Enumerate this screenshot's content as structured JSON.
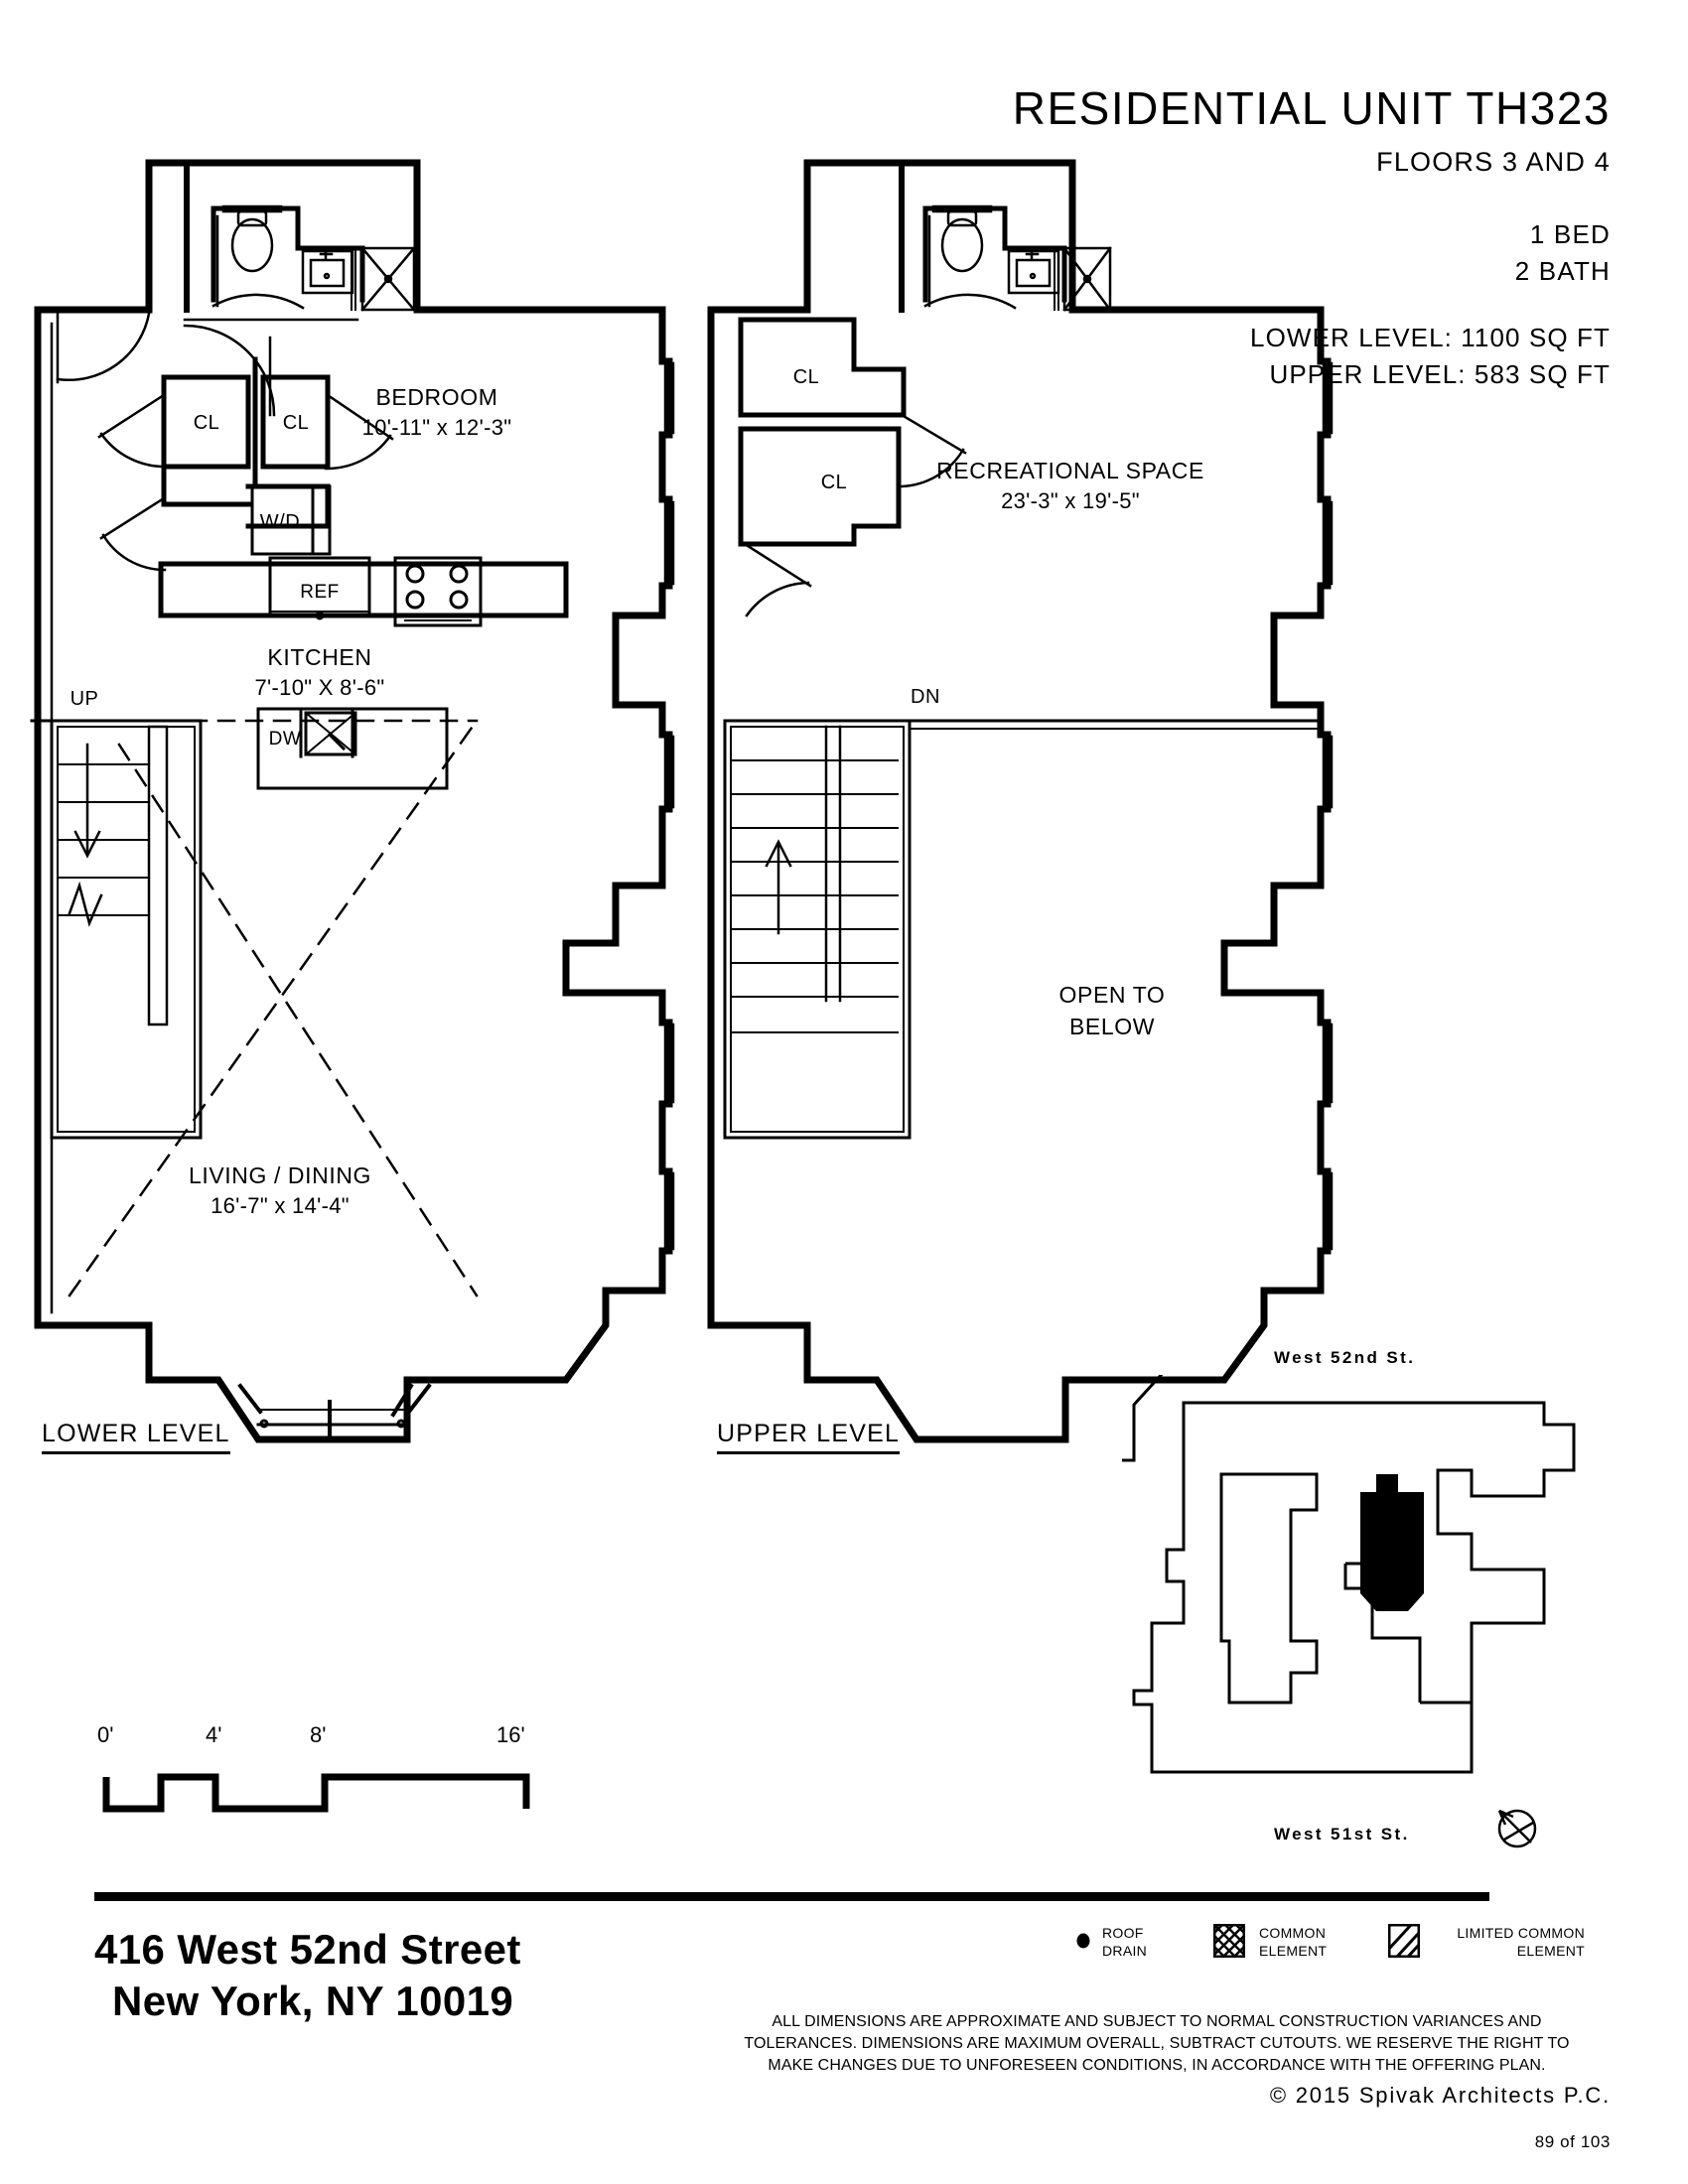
{
  "header": {
    "title": "RESIDENTIAL UNIT TH323",
    "subtitle": "FLOORS 3 AND 4",
    "beds": "1 BED",
    "baths": "2 BATH",
    "lower_area": "LOWER LEVEL: 1100 SQ FT",
    "upper_area": "UPPER LEVEL: 583 SQ FT"
  },
  "lower_level": {
    "label": "LOWER LEVEL",
    "rooms": [
      {
        "name": "BEDROOM",
        "dim": "10'-11\" x 12'-3\""
      },
      {
        "name": "KITCHEN",
        "dim": "7'-10\" X 8'-6\""
      },
      {
        "name": "LIVING / DINING",
        "dim": "16'-7\" x 14'-4\""
      }
    ],
    "closet_left": "CL",
    "closet_right": "CL",
    "washer_dryer": "W/D",
    "refrigerator": "REF",
    "dishwasher": "DW",
    "stair_direction": "UP"
  },
  "upper_level": {
    "label": "UPPER LEVEL",
    "rooms": [
      {
        "name": "RECREATIONAL SPACE",
        "dim": "23'-3\" x 19'-5\""
      }
    ],
    "closet_top": "CL",
    "closet_bottom": "CL",
    "stair_direction": "DN",
    "open_to_below_line1": "OPEN TO",
    "open_to_below_line2": "BELOW"
  },
  "scale_bar": {
    "ticks": [
      "0'",
      "4'",
      "8'",
      "16'"
    ]
  },
  "key_map": {
    "street_north": "West 52nd St.",
    "street_south": "West 51st St.",
    "compass": "north-arrow"
  },
  "legend": [
    {
      "symbol": "roof-drain-dot",
      "line1": "ROOF",
      "line2": "DRAIN"
    },
    {
      "symbol": "crosshatch-swatch",
      "line1": "COMMON",
      "line2": "ELEMENT"
    },
    {
      "symbol": "diagonal-hatch-swatch",
      "line1": "LIMITED COMMON",
      "line2": "ELEMENT"
    }
  ],
  "footer": {
    "address_line1": "416 West 52nd Street",
    "address_line2": "New York, NY 10019",
    "disclaimer": "ALL DIMENSIONS ARE APPROXIMATE AND SUBJECT TO NORMAL CONSTRUCTION VARIANCES AND TOLERANCES. DIMENSIONS ARE MAXIMUM OVERALL, SUBTRACT CUTOUTS. WE RESERVE THE RIGHT TO MAKE CHANGES DUE TO UNFORESEEN CONDITIONS, IN ACCORDANCE WITH THE OFFERING PLAN.",
    "copyright": "©  2015 Spivak Architects P.C.",
    "page_number": "89  of 103"
  },
  "colors": {
    "ink": "#000000",
    "paper": "#ffffff"
  }
}
